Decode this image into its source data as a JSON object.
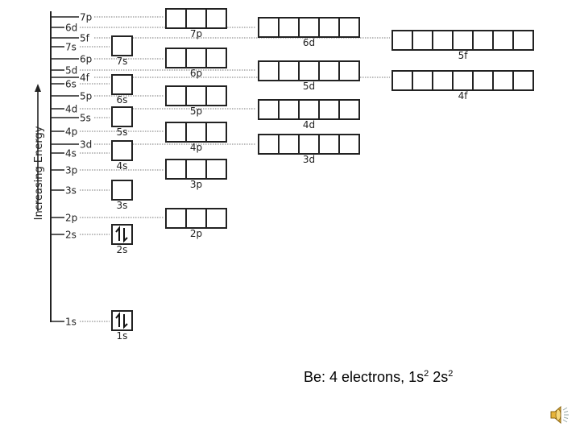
{
  "axis_label": "Increasing Energy",
  "levels": [
    {
      "label": "7p"
    },
    {
      "label": "6d"
    },
    {
      "label": "5f"
    },
    {
      "label": "7s"
    },
    {
      "label": "6p"
    },
    {
      "label": "5d"
    },
    {
      "label": "4f"
    },
    {
      "label": "6s"
    },
    {
      "label": "5p"
    },
    {
      "label": "4d"
    },
    {
      "label": "5s"
    },
    {
      "label": "4p"
    },
    {
      "label": "3d"
    },
    {
      "label": "4s"
    },
    {
      "label": "3p"
    },
    {
      "label": "3s"
    },
    {
      "label": "2p"
    },
    {
      "label": "2s"
    },
    {
      "label": "1s"
    }
  ],
  "orbitals": [
    {
      "label": "7s",
      "count": 1,
      "electrons": []
    },
    {
      "label": "6s",
      "count": 1,
      "electrons": []
    },
    {
      "label": "5s",
      "count": 1,
      "electrons": []
    },
    {
      "label": "4s",
      "count": 1,
      "electrons": []
    },
    {
      "label": "3s",
      "count": 1,
      "electrons": []
    },
    {
      "label": "2s",
      "count": 1,
      "electrons": [
        2
      ]
    },
    {
      "label": "1s",
      "count": 1,
      "electrons": [
        2
      ]
    },
    {
      "label": "7p",
      "count": 3,
      "electrons": []
    },
    {
      "label": "6p",
      "count": 3,
      "electrons": []
    },
    {
      "label": "5p",
      "count": 3,
      "electrons": []
    },
    {
      "label": "4p",
      "count": 3,
      "electrons": []
    },
    {
      "label": "3p",
      "count": 3,
      "electrons": []
    },
    {
      "label": "2p",
      "count": 3,
      "electrons": []
    },
    {
      "label": "6d",
      "count": 5,
      "electrons": []
    },
    {
      "label": "5d",
      "count": 5,
      "electrons": []
    },
    {
      "label": "4d",
      "count": 5,
      "electrons": []
    },
    {
      "label": "3d",
      "count": 5,
      "electrons": []
    },
    {
      "label": "5f",
      "count": 7,
      "electrons": []
    },
    {
      "label": "4f",
      "count": 7,
      "electrons": []
    }
  ],
  "caption": {
    "prefix": "Be: 4 electrons, 1s",
    "sup1": "2",
    "mid": " 2s",
    "sup2": "2"
  },
  "icons": {
    "speaker": "speaker-icon"
  }
}
